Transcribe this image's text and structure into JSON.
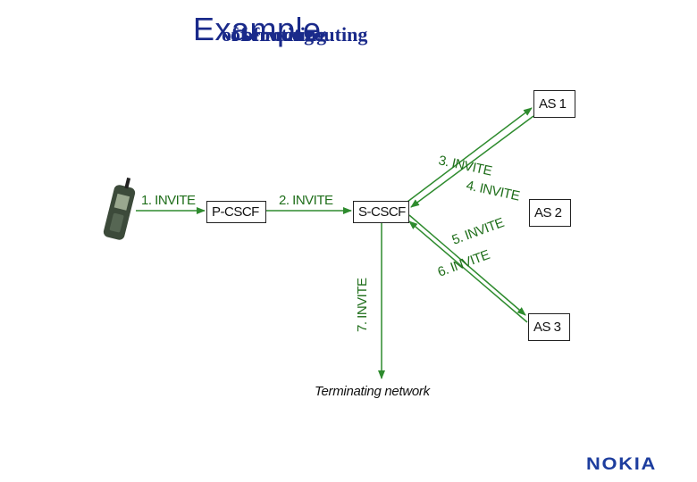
{
  "title": {
    "word": "Example",
    "overlay_lines": [
      "of service routing",
      "of routing",
      "of routing"
    ]
  },
  "nodes": {
    "pcscf": "P-CSCF",
    "scscf": "S-CSCF",
    "as1": "AS 1",
    "as2": "AS 2",
    "as3": "AS 3"
  },
  "messages": {
    "m1": "1. INVITE",
    "m2": "2. INVITE",
    "m3": "3. INVITE",
    "m4": "4. INVITE",
    "m5": "5. INVITE",
    "m6": "6. INVITE",
    "m7": "7. INVITE"
  },
  "terminating_label": "Terminating network",
  "logo_text": "NOKIA",
  "colors": {
    "arrow": "#2e8b2e",
    "label": "#1f6e1a",
    "title": "#1a2a8a",
    "logo": "#1d3d9e",
    "phone": "#3c4a3a"
  }
}
